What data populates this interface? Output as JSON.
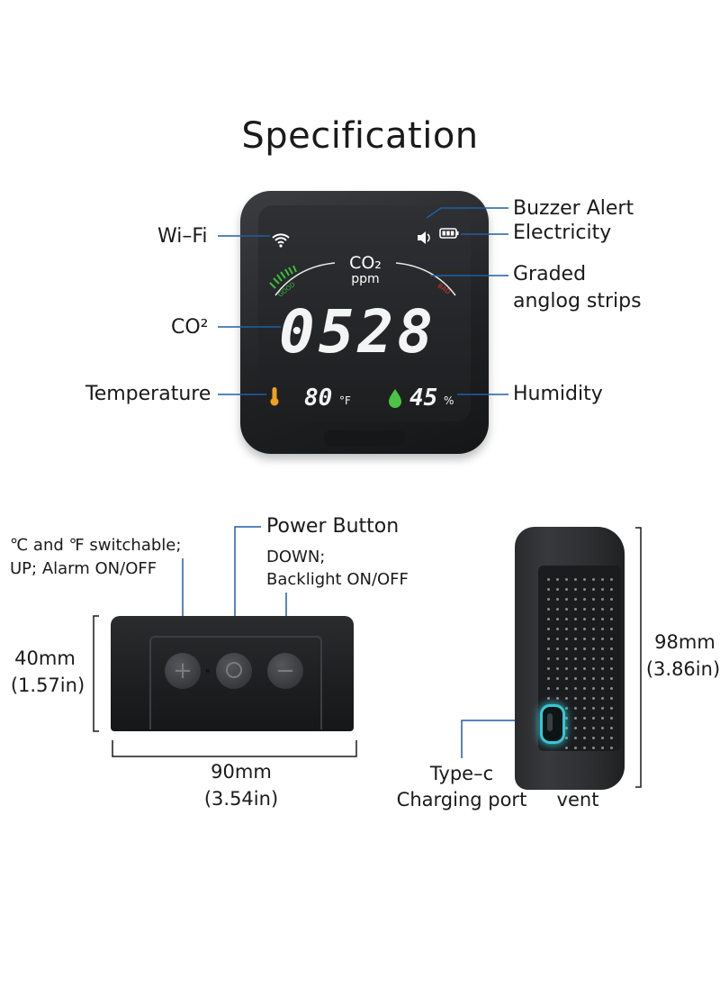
{
  "title": "Specification",
  "front_labels": {
    "buzzer": "Buzzer Alert",
    "electricity": "Electricity",
    "wifi": "Wi–Fi",
    "graded_line1": "Graded",
    "graded_line2": "anglog strips",
    "co2": "CO²",
    "temperature": "Temperature",
    "humidity": "Humidity"
  },
  "screen": {
    "co2_label": "CO₂",
    "ppm_label": "ppm",
    "good_label": "GOOD",
    "bad_label": "BAD",
    "co2_value": "0528",
    "temp_value": "80",
    "temp_unit": "°F",
    "humidity_value": "45",
    "humidity_unit": "%"
  },
  "buttons_panel": {
    "power_button": "Power Button",
    "switch_line1": "℃ and ℉ switchable;",
    "switch_line2": "UP; Alarm ON/OFF",
    "down_line1": "DOWN;",
    "down_line2": "Backlight ON/OFF",
    "height_mm": "40mm",
    "height_in": "(1.57in)",
    "width_mm": "90mm",
    "width_in": "(3.54in)",
    "btn_plus": "+",
    "btn_minus": "−"
  },
  "side_panel": {
    "depth_mm": "98mm",
    "depth_in": "(3.86in)",
    "port_line1": "Type–c",
    "port_line2": "Charging port",
    "vent": "vent"
  },
  "colors": {
    "callout_line": "#1f5fa6",
    "gauge_green": "#3bbf3b",
    "gauge_red": "#e03a2f",
    "port_glow": "#36c6d6",
    "thermo_orange": "#f0a020",
    "humidity_green": "#49c443"
  }
}
